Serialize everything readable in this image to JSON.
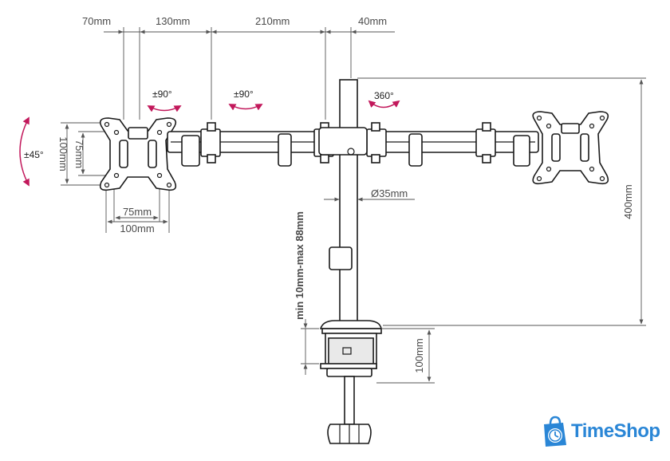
{
  "dimensions": {
    "d70": "70mm",
    "d130": "130mm",
    "d210": "210mm",
    "d40": "40mm",
    "rot_left": "±90°",
    "rot_mid": "±90°",
    "rot_360": "360°",
    "tilt": "±45°",
    "vesa100_v": "100mm",
    "vesa75_v": "75mm",
    "vesa75_h": "75mm",
    "vesa100_h": "100mm",
    "pole_diam": "Ø35mm",
    "height_400": "400mm",
    "clamp_range": "min 10mm-max 88mm",
    "clamp_100": "100mm"
  },
  "brand": {
    "name": "TimeShop",
    "color": "#2a86d6",
    "icon": "shopping-bag-clock-icon"
  },
  "colors": {
    "rotation_arrows": "#c2185b",
    "drawing": "#1a1a1a"
  }
}
